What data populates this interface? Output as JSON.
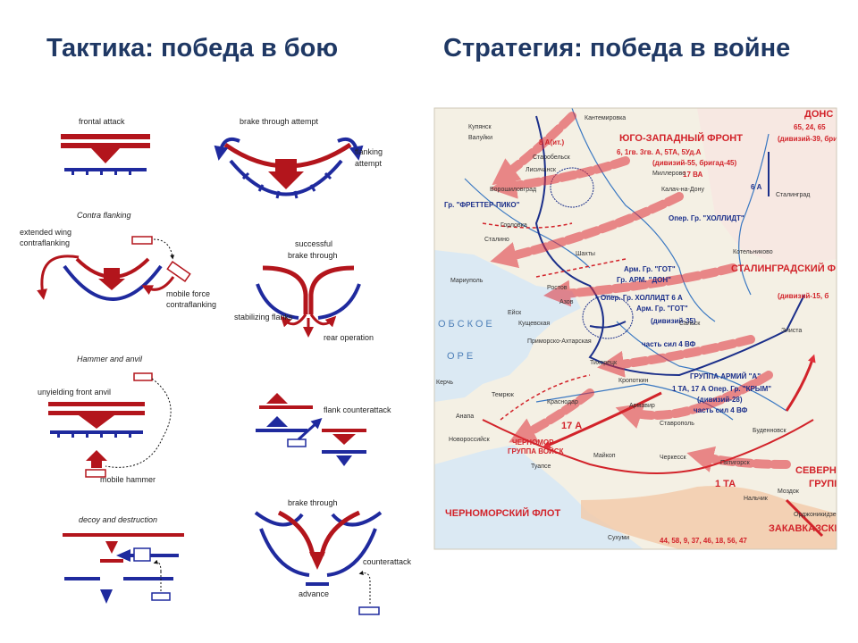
{
  "titles": {
    "tactics": "Тактика: победа в бою",
    "strategy": "Стратегия: победа в войне"
  },
  "tactics": {
    "frontal_attack": "frontal attack",
    "brake_through_attempt": "brake through attempt",
    "flanking_attempt_1": "flanking",
    "flanking_attempt_2": "attempt",
    "contra_flanking": "Contra flanking",
    "extended_wing_1": "extended wing",
    "extended_wing_2": "contraflanking",
    "mobile_force_1": "mobile force",
    "mobile_force_2": "contraflanking",
    "successful_1": "successful",
    "successful_2": "brake through",
    "stabilizing_flanks": "stabilizing flanks",
    "rear_operation": "rear operation",
    "hammer_and_anvil": "Hammer and anvil",
    "unyielding_front_anvil": "unyielding front anvil",
    "mobile_hammer": "mobile hammer",
    "flank_counterattack": "flank counterattack",
    "decoy_and_destruction": "decoy and destruction",
    "brake_through": "brake through",
    "counterattack": "counterattack",
    "advance": "advance"
  },
  "map": {
    "fronts": {
      "southwest": "ЮГО-ЗАПАДНЫЙ ФРОНТ",
      "southwest_armies": "6, 1гв. 3гв. А, 5ТА, 5Уд.А",
      "southwest_div": "(дивизий-55, бригад-45)",
      "va17": "17 ВА",
      "don": "ДОНС",
      "don_armies": "65, 24, 65",
      "don_div": "(дивизий-39, бригад",
      "stalingrad": "СТАЛИНГРАДСКИЙ Ф",
      "stalingrad_div": "(дивизий-15, б",
      "north_group": "СЕВЕРНАЯ",
      "north_group_2": "ГРУПП",
      "transcaucasian": "ЗАКАВКАЗСКИ",
      "transcaucasian_armies": "44, 58, 9, 37, 46, 18, 56, 47",
      "black_sea_group": "ЧЕРНОМОР",
      "black_sea_group_2": "ГРУППА ВОЙСК",
      "black_sea_fleet": "ЧЕРНОМОРСКИЙ ФЛОТ",
      "a17": "17 А",
      "ita": "1 ТА",
      "a8": "8 А(ит.)"
    },
    "german": {
      "fretter_pico": "Гр. \"ФРЕТТЕР-ПИКО\"",
      "hollidt": "Опер. Гр. \"ХОЛЛИДТ\"",
      "army_group_got": "Арм. Гр. \"ГОТ\"",
      "army_group_don": "Гр. АРМ. \"ДОН\"",
      "hollidt_6a": "Опер. Гр. ХОЛЛИДТ 6 А",
      "arm_gr_got_2": "Арм. Гр. \"ГОТ\"",
      "div35": "(дивизий-35)",
      "part_4vf_1": "часть сил 4 ВФ",
      "army_group_a": "ГРУППА АРМИЙ \"А\"",
      "a1ta_17a": "1 ТА, 17 А Опер. Гр. \"КРЫМ\"",
      "div28": "(дивизий-28)",
      "part_4vf_2": "часть сил 4 ВФ",
      "a6": "6 А"
    },
    "seas": {
      "azov_1": "ОБСКОЕ",
      "azov_2": "ОРЕ"
    },
    "towns": [
      "Купянск",
      "Валуйки",
      "Кантемировка",
      "Старобельск",
      "Лисичанск",
      "Миллерово",
      "Ворошиловград",
      "Горловка",
      "Сталино",
      "Шахты",
      "Мариуполь",
      "Ростов",
      "Азов",
      "Ейск",
      "Кущевская",
      "Приморско-Ахтарская",
      "Тихорецк",
      "Краснодар",
      "Кропоткин",
      "Армавир",
      "Ставрополь",
      "Темрюк",
      "Анапа",
      "Новороссийск",
      "Туапсе",
      "Майкоп",
      "Черкесск",
      "Пятигорск",
      "Нальчик",
      "Орджоникидзе",
      "Сухуми",
      "Элиста",
      "Котельниково",
      "Сальск",
      "Калач-на-Дону",
      "Сталинград",
      "Керчь",
      "Моздок",
      "Буденновск"
    ]
  }
}
